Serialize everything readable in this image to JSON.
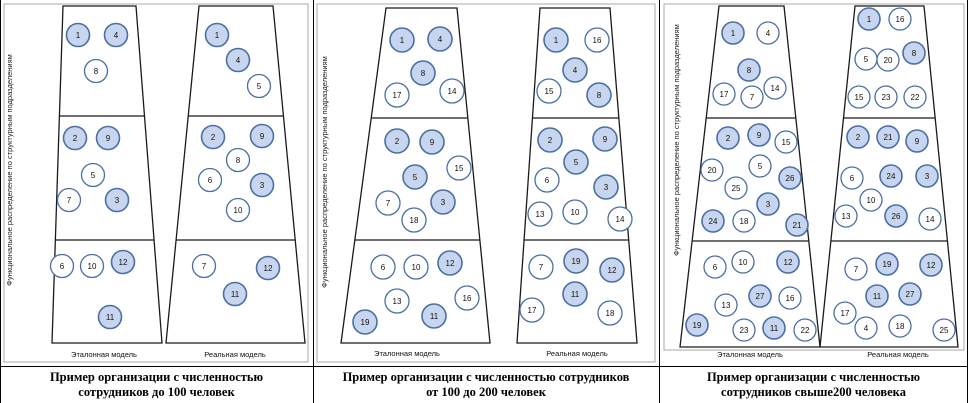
{
  "side_label": "Функциональное распределение по структурным подразделениям",
  "model_labels": {
    "reference": "Эталонная модель",
    "real": "Реальная модель"
  },
  "panels": [
    {
      "caption_line1": "Пример организации с численностью",
      "caption_line2": "сотрудников до 100 человек",
      "reference": [
        {
          "n": "1",
          "blue": true
        },
        {
          "n": "4",
          "blue": true
        },
        {
          "n": "8",
          "blue": false
        },
        {
          "n": "2",
          "blue": true
        },
        {
          "n": "9",
          "blue": true
        },
        {
          "n": "5",
          "blue": false
        },
        {
          "n": "7",
          "blue": false
        },
        {
          "n": "3",
          "blue": true
        },
        {
          "n": "6",
          "blue": false
        },
        {
          "n": "10",
          "blue": false
        },
        {
          "n": "12",
          "blue": true
        },
        {
          "n": "11",
          "blue": true
        }
      ],
      "real": [
        {
          "n": "1",
          "blue": true
        },
        {
          "n": "4",
          "blue": true
        },
        {
          "n": "5",
          "blue": false
        },
        {
          "n": "2",
          "blue": true
        },
        {
          "n": "9",
          "blue": true
        },
        {
          "n": "8",
          "blue": false
        },
        {
          "n": "6",
          "blue": false
        },
        {
          "n": "3",
          "blue": true
        },
        {
          "n": "10",
          "blue": false
        },
        {
          "n": "7",
          "blue": false
        },
        {
          "n": "12",
          "blue": true
        },
        {
          "n": "11",
          "blue": true
        }
      ]
    },
    {
      "caption_line1": "Пример организации с численностью сотрудников",
      "caption_line2": "от 100 до 200 человек",
      "reference": [
        {
          "n": "1",
          "blue": true
        },
        {
          "n": "4",
          "blue": true
        },
        {
          "n": "8",
          "blue": true
        },
        {
          "n": "17",
          "blue": false
        },
        {
          "n": "14",
          "blue": false
        },
        {
          "n": "2",
          "blue": true
        },
        {
          "n": "9",
          "blue": true
        },
        {
          "n": "5",
          "blue": true
        },
        {
          "n": "15",
          "blue": false
        },
        {
          "n": "7",
          "blue": false
        },
        {
          "n": "3",
          "blue": true
        },
        {
          "n": "18",
          "blue": false
        },
        {
          "n": "6",
          "blue": false
        },
        {
          "n": "10",
          "blue": false
        },
        {
          "n": "12",
          "blue": true
        },
        {
          "n": "13",
          "blue": false
        },
        {
          "n": "16",
          "blue": false
        },
        {
          "n": "19",
          "blue": true
        },
        {
          "n": "11",
          "blue": true
        }
      ],
      "real": [
        {
          "n": "1",
          "blue": true
        },
        {
          "n": "16",
          "blue": false
        },
        {
          "n": "4",
          "blue": true
        },
        {
          "n": "15",
          "blue": false
        },
        {
          "n": "8",
          "blue": true
        },
        {
          "n": "2",
          "blue": true
        },
        {
          "n": "9",
          "blue": true
        },
        {
          "n": "5",
          "blue": true
        },
        {
          "n": "6",
          "blue": false
        },
        {
          "n": "3",
          "blue": true
        },
        {
          "n": "13",
          "blue": false
        },
        {
          "n": "10",
          "blue": false
        },
        {
          "n": "14",
          "blue": false
        },
        {
          "n": "7",
          "blue": false
        },
        {
          "n": "19",
          "blue": true
        },
        {
          "n": "12",
          "blue": true
        },
        {
          "n": "11",
          "blue": true
        },
        {
          "n": "17",
          "blue": false
        },
        {
          "n": "18",
          "blue": false
        }
      ]
    },
    {
      "caption_line1": "Пример организации с численностью",
      "caption_line2": "сотрудников свыше200 человека",
      "reference": [
        {
          "n": "1",
          "blue": true
        },
        {
          "n": "4",
          "blue": false
        },
        {
          "n": "8",
          "blue": true
        },
        {
          "n": "17",
          "blue": false
        },
        {
          "n": "7",
          "blue": false
        },
        {
          "n": "14",
          "blue": false
        },
        {
          "n": "2",
          "blue": true
        },
        {
          "n": "9",
          "blue": true
        },
        {
          "n": "15",
          "blue": false
        },
        {
          "n": "20",
          "blue": false
        },
        {
          "n": "5",
          "blue": false
        },
        {
          "n": "26",
          "blue": true
        },
        {
          "n": "25",
          "blue": false
        },
        {
          "n": "3",
          "blue": true
        },
        {
          "n": "24",
          "blue": true
        },
        {
          "n": "18",
          "blue": false
        },
        {
          "n": "21",
          "blue": true
        },
        {
          "n": "6",
          "blue": false
        },
        {
          "n": "10",
          "blue": false
        },
        {
          "n": "12",
          "blue": true
        },
        {
          "n": "27",
          "blue": true
        },
        {
          "n": "13",
          "blue": false
        },
        {
          "n": "16",
          "blue": false
        },
        {
          "n": "19",
          "blue": true
        },
        {
          "n": "23",
          "blue": false
        },
        {
          "n": "11",
          "blue": true
        },
        {
          "n": "22",
          "blue": false
        }
      ],
      "real": [
        {
          "n": "1",
          "blue": true
        },
        {
          "n": "16",
          "blue": false
        },
        {
          "n": "5",
          "blue": false
        },
        {
          "n": "20",
          "blue": false
        },
        {
          "n": "8",
          "blue": true
        },
        {
          "n": "15",
          "blue": false
        },
        {
          "n": "23",
          "blue": false
        },
        {
          "n": "22",
          "blue": false
        },
        {
          "n": "2",
          "blue": true
        },
        {
          "n": "21",
          "blue": true
        },
        {
          "n": "9",
          "blue": true
        },
        {
          "n": "6",
          "blue": false
        },
        {
          "n": "24",
          "blue": true
        },
        {
          "n": "3",
          "blue": true
        },
        {
          "n": "10",
          "blue": false
        },
        {
          "n": "13",
          "blue": false
        },
        {
          "n": "26",
          "blue": true
        },
        {
          "n": "14",
          "blue": false
        },
        {
          "n": "7",
          "blue": false
        },
        {
          "n": "19",
          "blue": true
        },
        {
          "n": "12",
          "blue": true
        },
        {
          "n": "11",
          "blue": true
        },
        {
          "n": "27",
          "blue": true
        },
        {
          "n": "17",
          "blue": false
        },
        {
          "n": "4",
          "blue": false
        },
        {
          "n": "18",
          "blue": false
        },
        {
          "n": "25",
          "blue": false
        }
      ]
    }
  ]
}
